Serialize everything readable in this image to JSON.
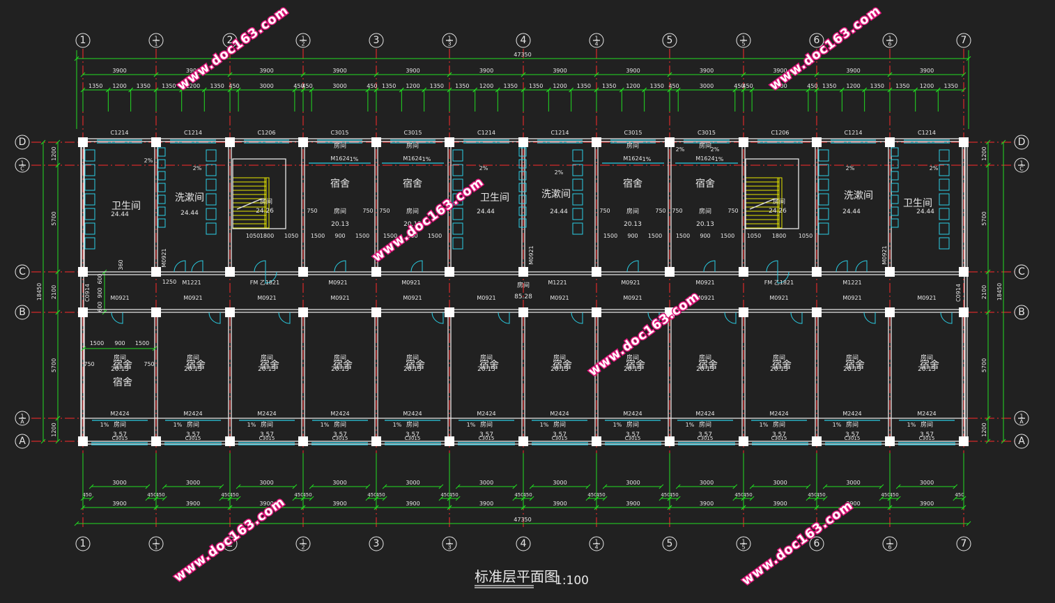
{
  "title": "标准层平面图",
  "scale": "1:100",
  "axes_x": [
    "1",
    "1/1",
    "2",
    "1/2",
    "3",
    "1/3",
    "4",
    "1/4",
    "5",
    "1/5",
    "6",
    "1/6",
    "7"
  ],
  "axes_y": [
    "D",
    "1/C",
    "C",
    "B",
    "1/A",
    "A"
  ],
  "dims": {
    "overall": "47350",
    "height": "18450",
    "bay": "3900",
    "top_detail": [
      "1350",
      "1200",
      "1350",
      "1350",
      "1200",
      "1350",
      "1350",
      "1200",
      "450",
      "450",
      "3000",
      "450",
      "450",
      "3000",
      "450",
      "1350",
      "1200",
      "1350",
      "1350",
      "1200",
      "1350",
      "450",
      "3000",
      "450",
      "450",
      "3000",
      "450",
      "1350",
      "1200",
      "1350",
      "1350",
      "1200",
      "1350",
      "1350",
      "1200",
      "1350"
    ],
    "bottom_bay": "3000",
    "bottom_side": "450",
    "left": [
      "1200",
      "5700",
      "2100",
      "5700",
      "1200"
    ],
    "right": [
      "1200",
      "5700",
      "2100",
      "5700",
      "1200"
    ],
    "corridor": [
      "600",
      "900",
      "600"
    ]
  },
  "rooms": {
    "toilet": "卫生间",
    "wash": "洗漱间",
    "dorm": "宿舍",
    "room": "房间",
    "toilet_area": "24.44",
    "stair_area": "24.26",
    "dorm_area": "20.13",
    "corridor_area": "85.28",
    "balcony_area": "3.57"
  },
  "labels": {
    "c1214": "C1214",
    "c1206": "C1206",
    "c3015": "C3015",
    "c0914": "C0914",
    "m0921": "M0921",
    "m1221": "M1221",
    "m1624": "M1624",
    "m2424": "M2424",
    "fm": "FM 乙1821",
    "slope1": "1%",
    "slope2": "2%",
    "dim750": "750",
    "dim1500": "1500",
    "dim900": "900",
    "dim1050": "1050",
    "dim1800": "1800",
    "dim1250": "1250",
    "dim360": "360"
  },
  "watermark": "www.doc163.com"
}
